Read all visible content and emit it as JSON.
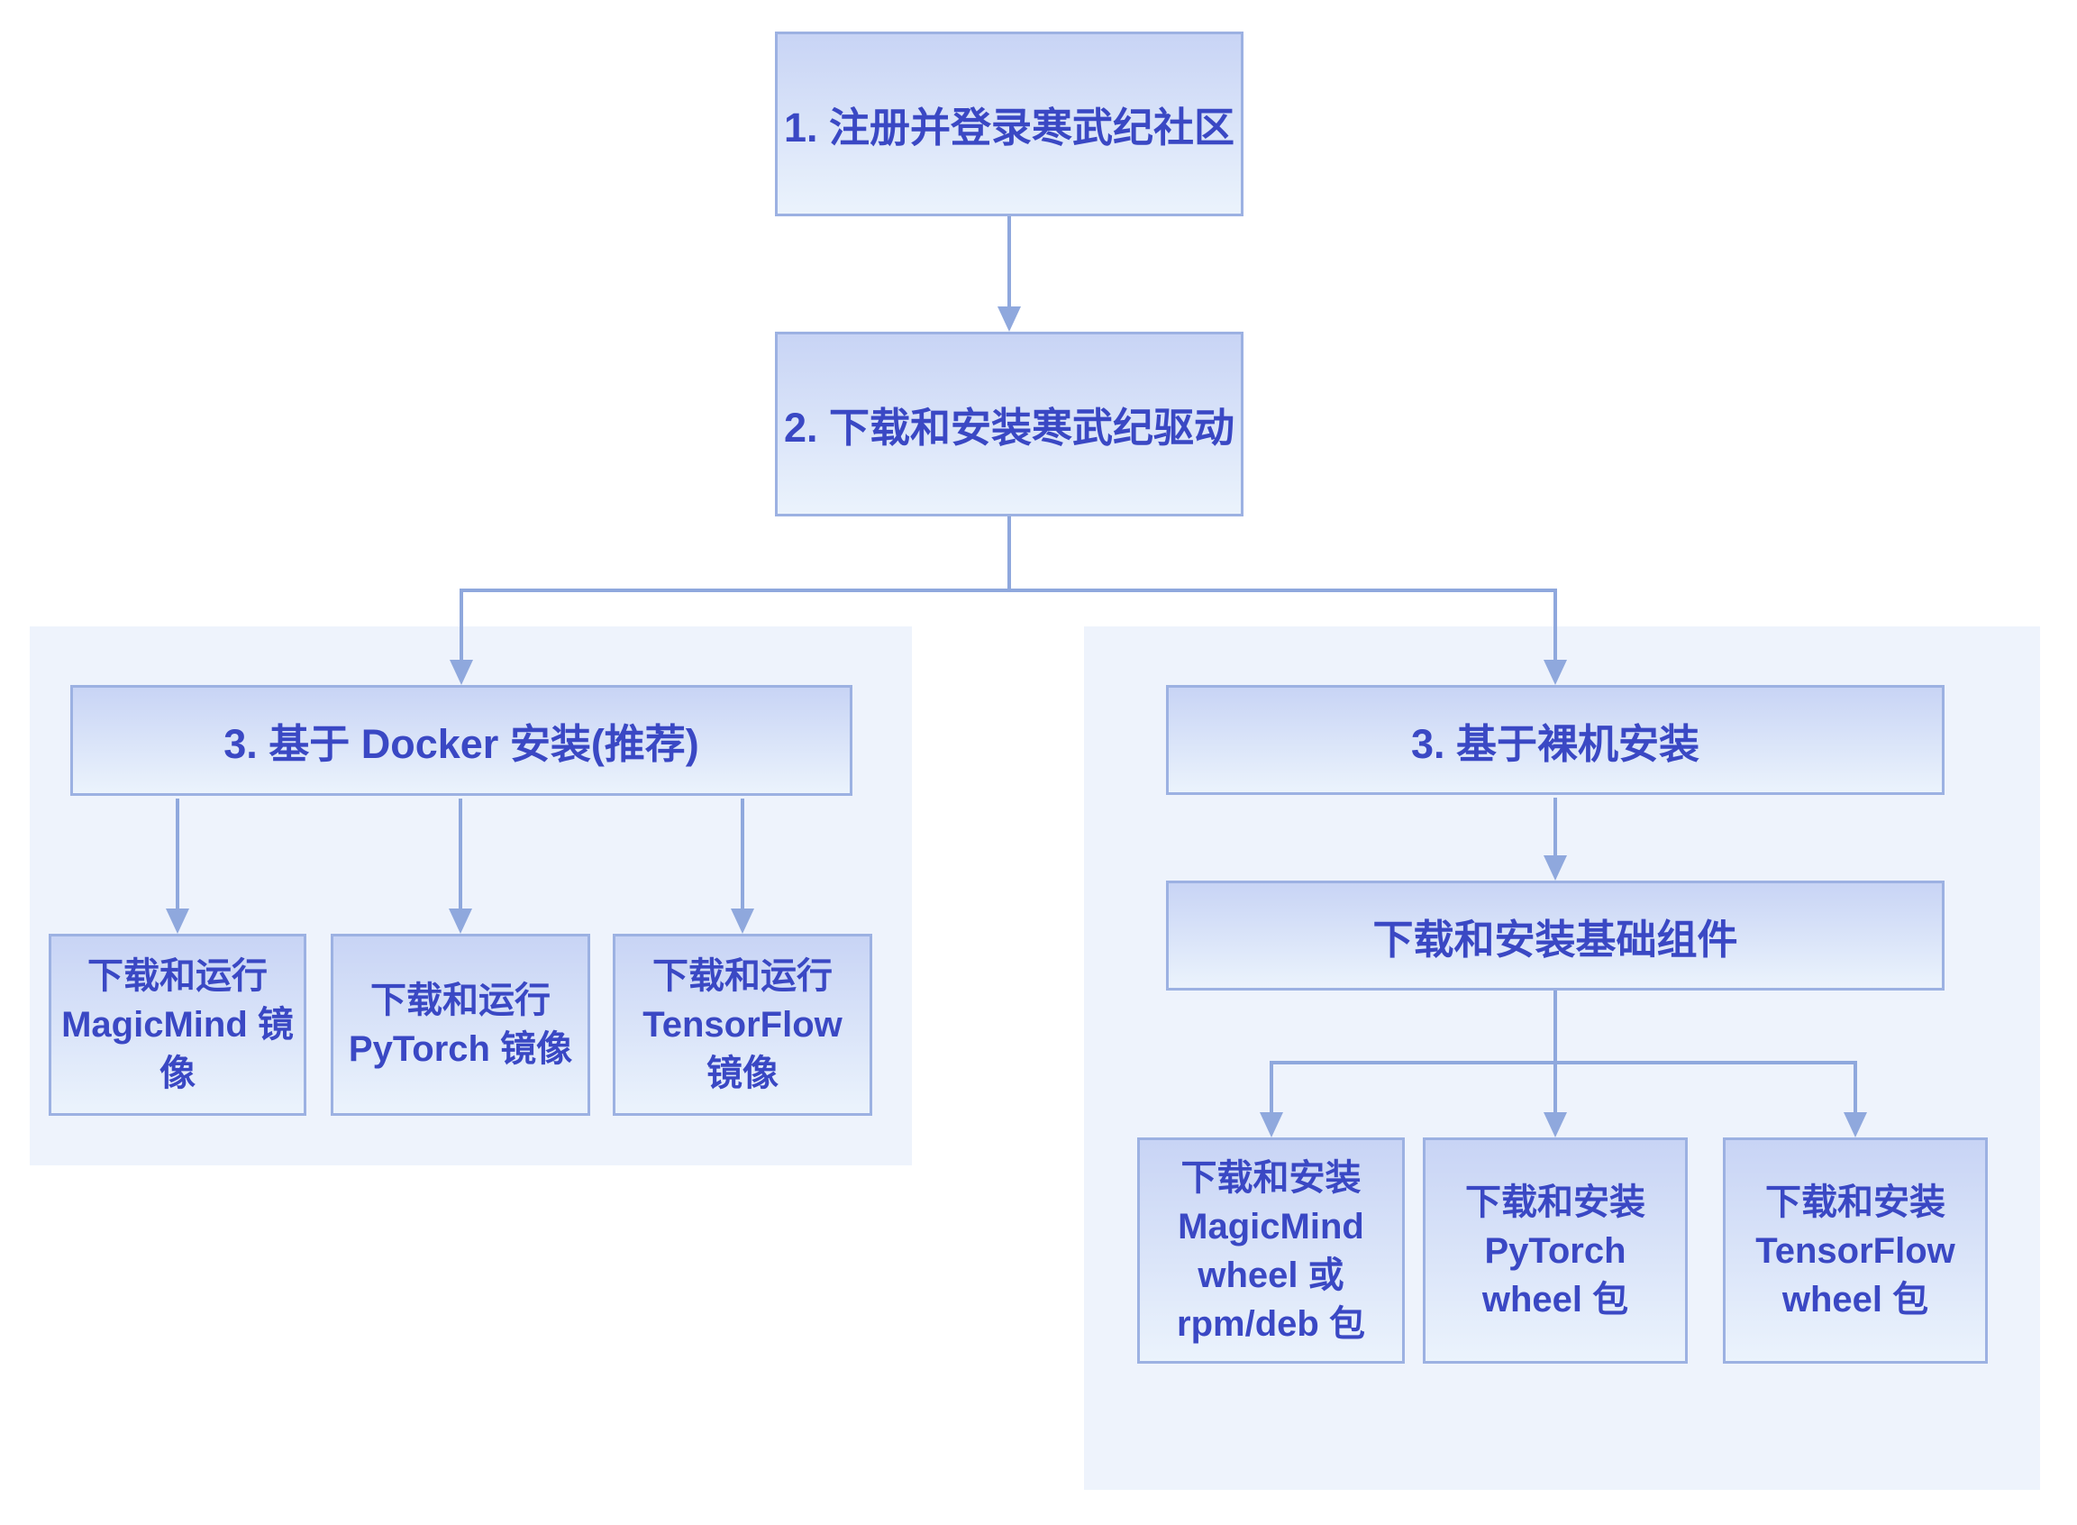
{
  "diagram": {
    "type": "flowchart",
    "nodes": {
      "step1": "1. 注册并登录寒武纪社区",
      "step2": "2. 下载和安装寒武纪驱动",
      "docker_header": "3. 基于 Docker 安装(推荐)",
      "docker_magicmind": "下载和运行 MagicMind 镜像",
      "docker_pytorch": "下载和运行 PyTorch 镜像",
      "docker_tensorflow": "下载和运行 TensorFlow 镜像",
      "bare_header": "3. 基于裸机安装",
      "bare_base": "下载和安装基础组件",
      "bare_magicmind": "下载和安装 MagicMind wheel 或 rpm/deb 包",
      "bare_pytorch": "下载和安装 PyTorch wheel 包",
      "bare_tensorflow": "下载和安装 TensorFlow wheel 包"
    },
    "colors": {
      "node_text": "#3a48c4",
      "node_border": "#9cb1e2",
      "node_fill_top": "#c8d4f5",
      "node_fill_bottom": "#ebf3fc",
      "connector": "#8fa8dd",
      "group_background": "#eef3fc",
      "page_background": "#ffffff"
    }
  }
}
